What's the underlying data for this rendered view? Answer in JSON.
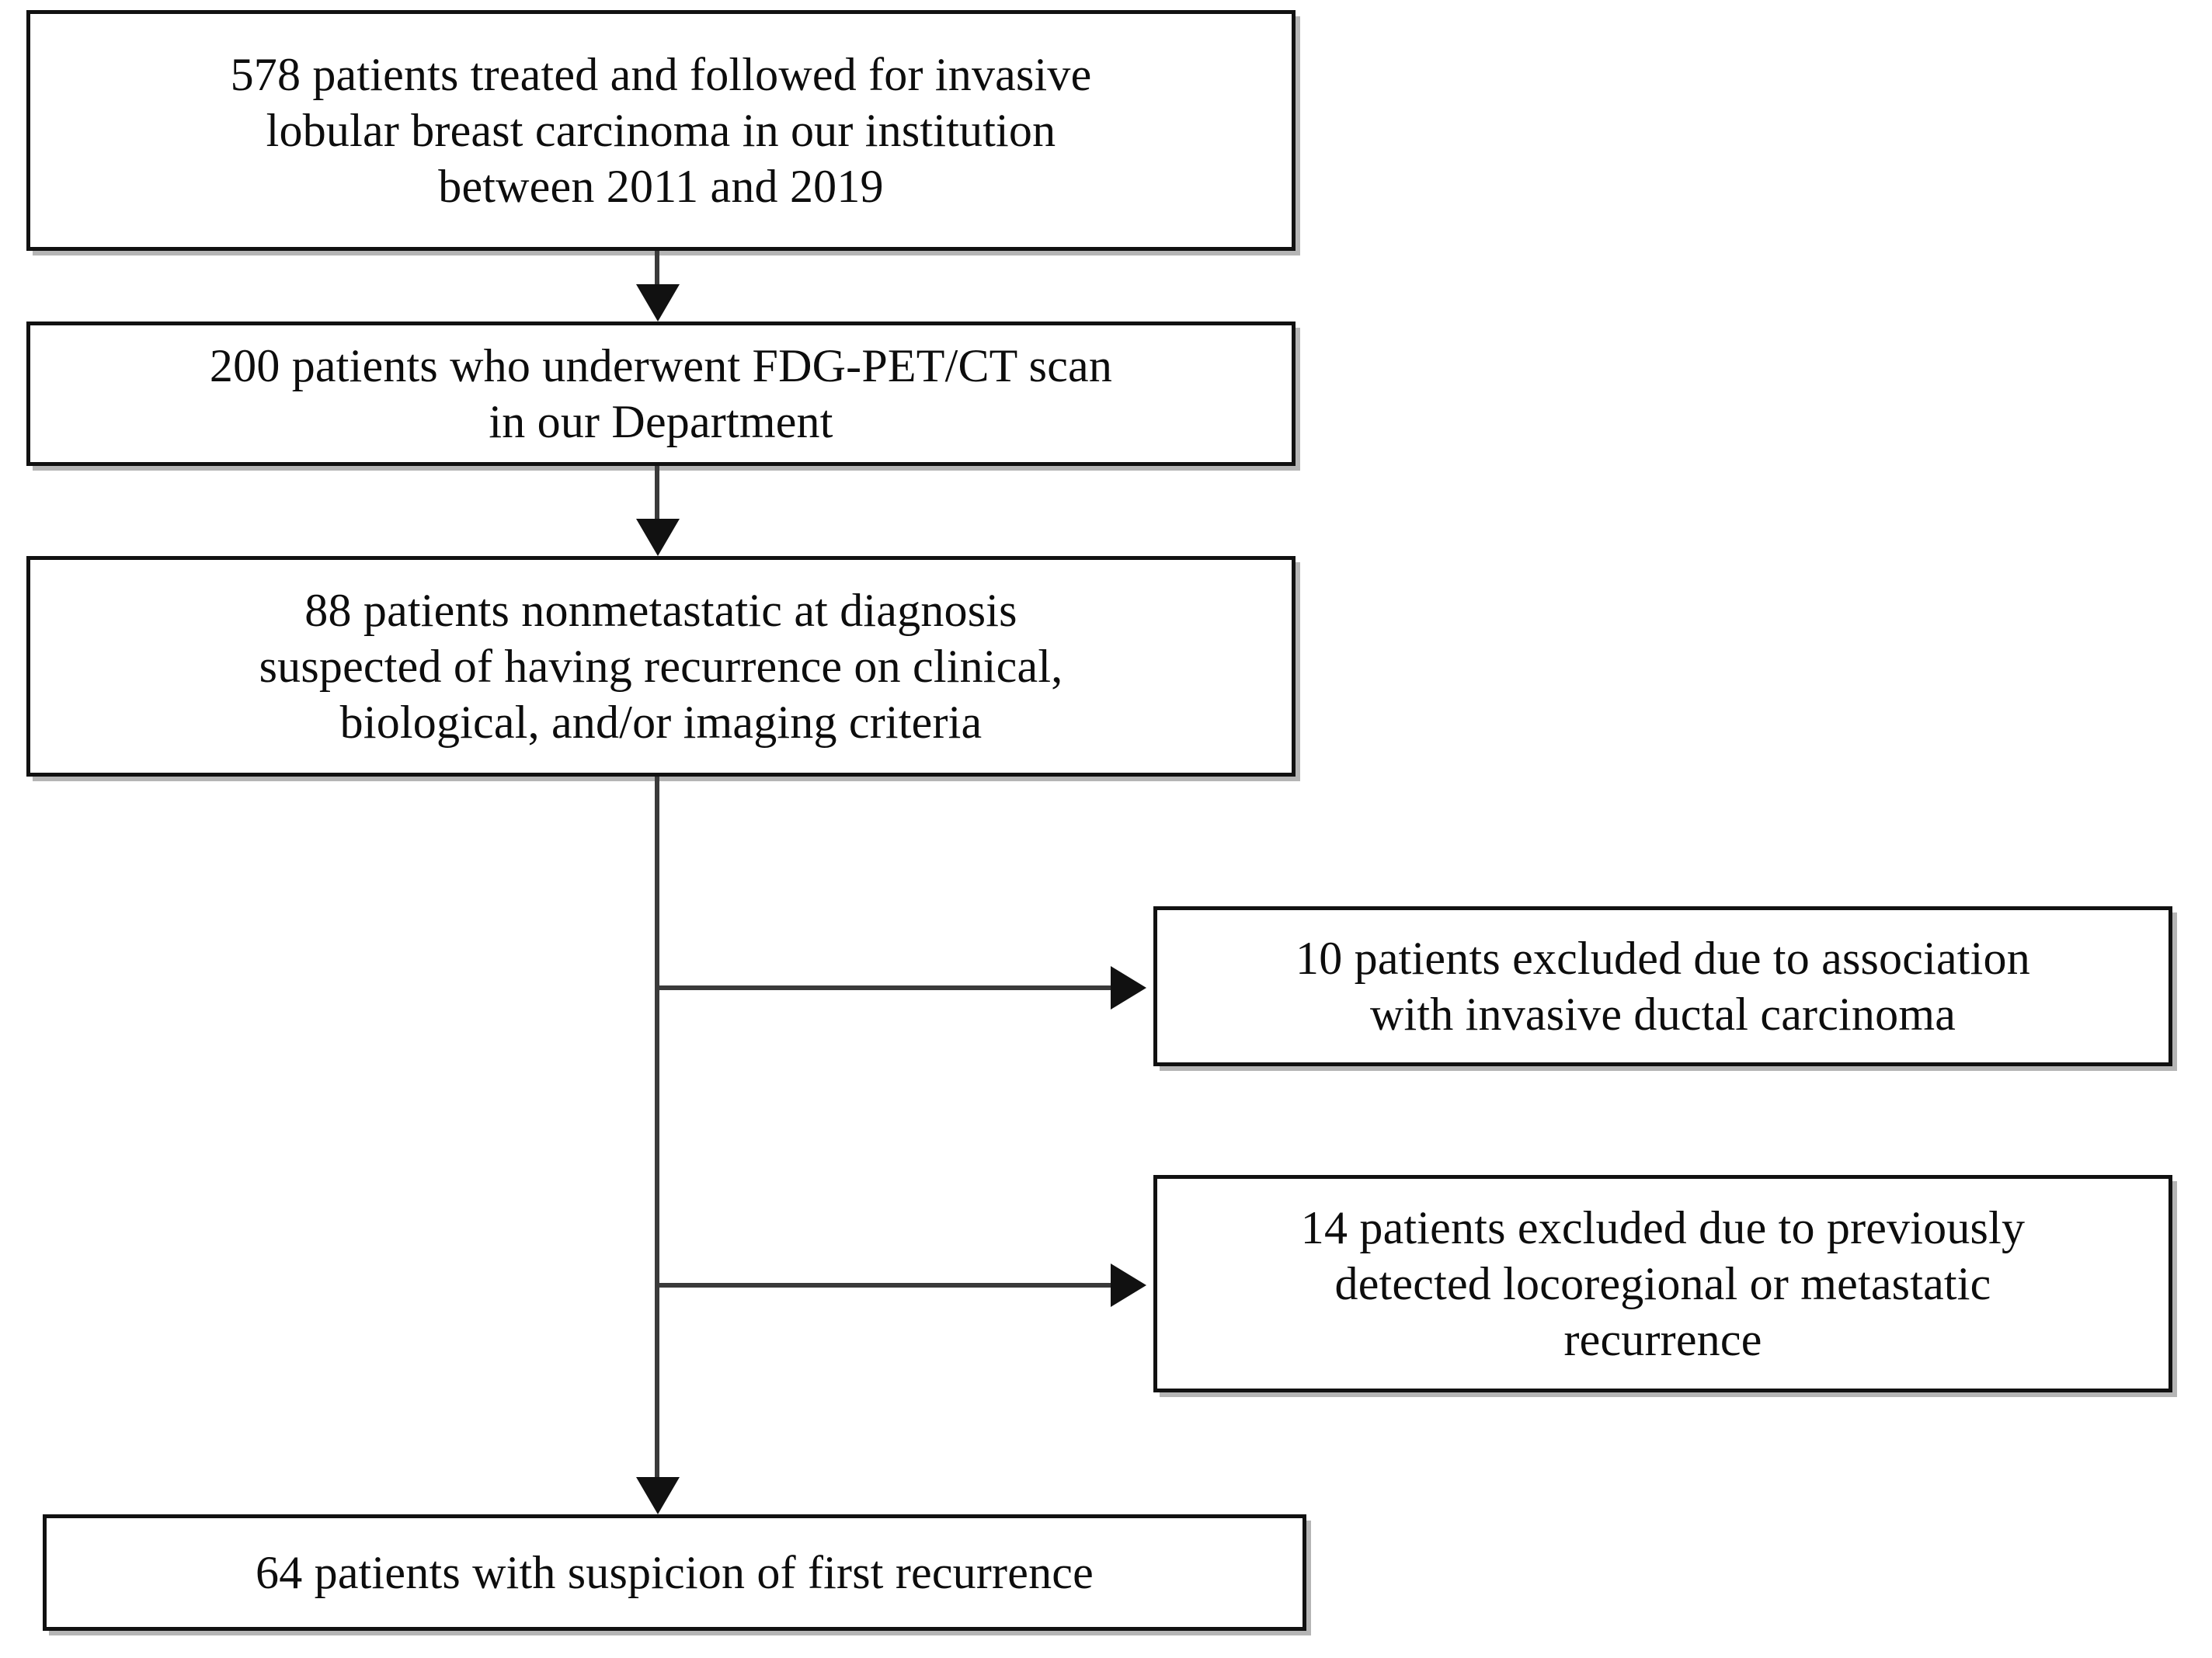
{
  "figure": {
    "type": "patient-selection-flowchart",
    "orientation": "vertical",
    "background_color": "#ffffff",
    "box_border_color": "#111111",
    "connector_color": "#3a3a3a",
    "text_color": "#0d0d0d"
  },
  "nodes": {
    "cohort": {
      "id": "cohort",
      "count": 578,
      "text": "578 patients treated and followed for invasive\nlobular breast carcinoma in our institution\nbetween 2011 and 2019",
      "lines": [
        "578 patients treated and followed for invasive",
        "lobular breast carcinoma in our institution",
        "between 2011 and 2019"
      ]
    },
    "petct": {
      "id": "petct",
      "count": 200,
      "text": "200 patients who underwent FDG-PET/CT scan\nin our Department",
      "lines": [
        "200 patients who underwent FDG-PET/CT scan",
        "in our Department"
      ]
    },
    "nonmetastatic": {
      "id": "nonmetastatic",
      "count": 88,
      "text": "88 patients nonmetastatic at diagnosis\nsuspected of having recurrence on clinical,\nbiological, and/or imaging criteria",
      "lines": [
        "88 patients nonmetastatic at diagnosis",
        "suspected of having recurrence on clinical,",
        "biological, and/or imaging criteria"
      ]
    },
    "excluded_ductal": {
      "id": "excluded_ductal",
      "count": 10,
      "text": "10 patients excluded due to association\nwith invasive ductal carcinoma",
      "lines": [
        "10 patients excluded due to association",
        "with invasive ductal carcinoma"
      ]
    },
    "excluded_prior_recurrence": {
      "id": "excluded_prior_recurrence",
      "count": 14,
      "text": "14 patients excluded due to previously\ndetected locoregional or metastatic\nrecurrence",
      "lines": [
        "14 patients excluded due to previously",
        "detected locoregional or metastatic",
        "recurrence"
      ]
    },
    "final": {
      "id": "final",
      "count": 64,
      "text": "64 patients with suspicion of first recurrence",
      "lines": [
        "64 patients with suspicion of first recurrence"
      ]
    }
  },
  "connectors": [
    {
      "id": "cohort-to-petct",
      "from": "cohort",
      "to": "petct",
      "direction": "down",
      "arrowhead": "filled-triangle"
    },
    {
      "id": "petct-to-nonmetastatic",
      "from": "petct",
      "to": "nonmetastatic",
      "direction": "down",
      "arrowhead": "filled-triangle"
    },
    {
      "id": "nonmetastatic-to-excluded-ductal",
      "from": "nonmetastatic",
      "to": "excluded_ductal",
      "direction": "right",
      "arrowhead": "filled-triangle"
    },
    {
      "id": "nonmetastatic-to-excluded-prior",
      "from": "nonmetastatic",
      "to": "excluded_prior_recurrence",
      "direction": "right",
      "arrowhead": "filled-triangle"
    },
    {
      "id": "nonmetastatic-to-final",
      "from": "nonmetastatic",
      "to": "final",
      "direction": "down",
      "arrowhead": "filled-triangle"
    }
  ]
}
